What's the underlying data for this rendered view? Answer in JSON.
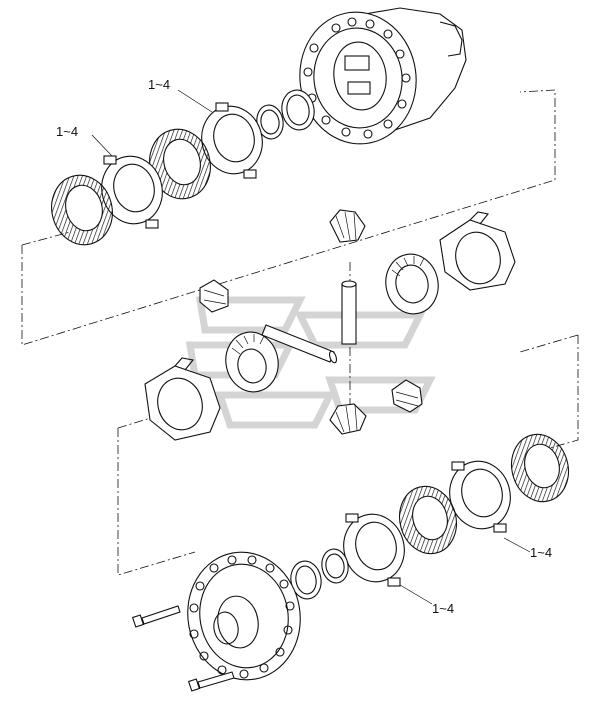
{
  "diagram": {
    "callouts": [
      {
        "id": "c1",
        "text": "1~4"
      },
      {
        "id": "c2",
        "text": "1~4"
      },
      {
        "id": "c3",
        "text": "1~4"
      },
      {
        "id": "c4",
        "text": "1~4"
      }
    ]
  }
}
